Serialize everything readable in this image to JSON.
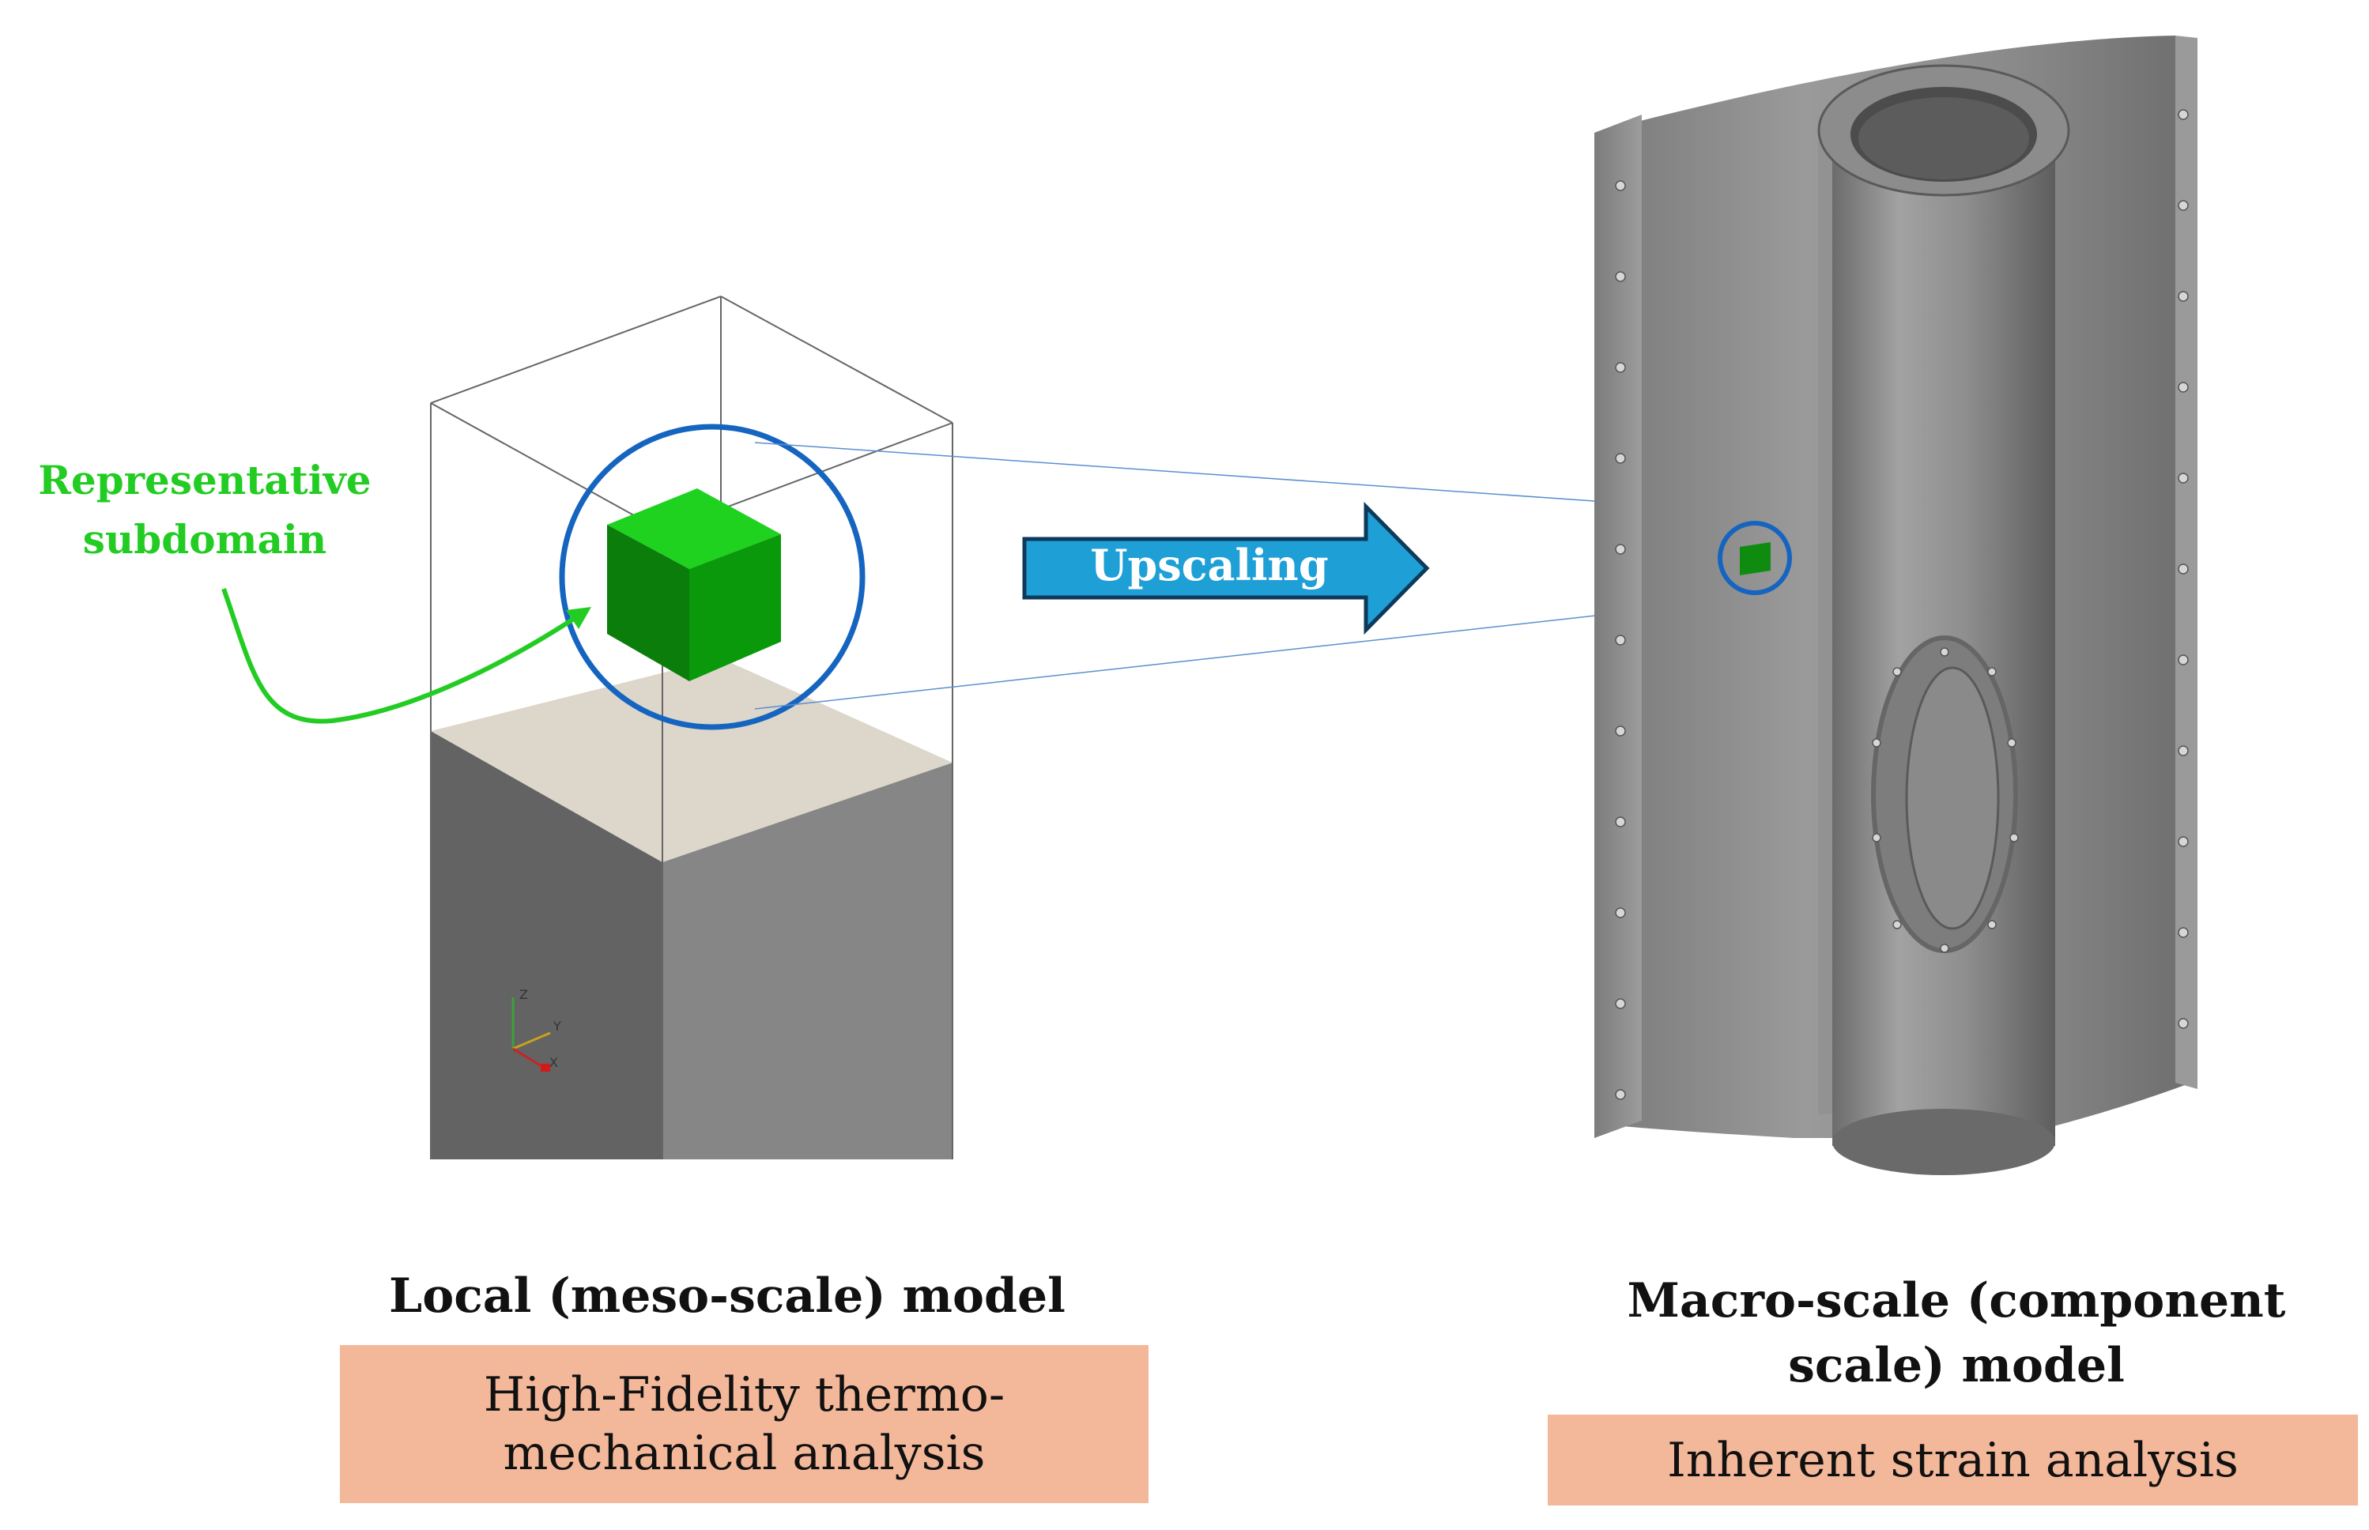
{
  "annotation": {
    "line1": "Representative",
    "line2": "subdomain",
    "color": "#22cc22"
  },
  "arrow": {
    "label": "Upscaling",
    "color": "#1e9fd6"
  },
  "axes": {
    "z": "Z",
    "y": "Y",
    "x": "X"
  },
  "left_model": {
    "title": "Local (meso-scale) model",
    "box_line1": "High-Fidelity thermo-",
    "box_line2": "mechanical analysis"
  },
  "right_model": {
    "title_line1": "Macro-scale (component",
    "title_line2": "scale) model",
    "box_text": "Inherent strain analysis"
  },
  "colors": {
    "box_fill": "#f3b89a",
    "circle": "#1565c0",
    "cube_top": "#1fd21f",
    "cube_front": "#0b7d0b",
    "cube_side": "#0a990a"
  }
}
